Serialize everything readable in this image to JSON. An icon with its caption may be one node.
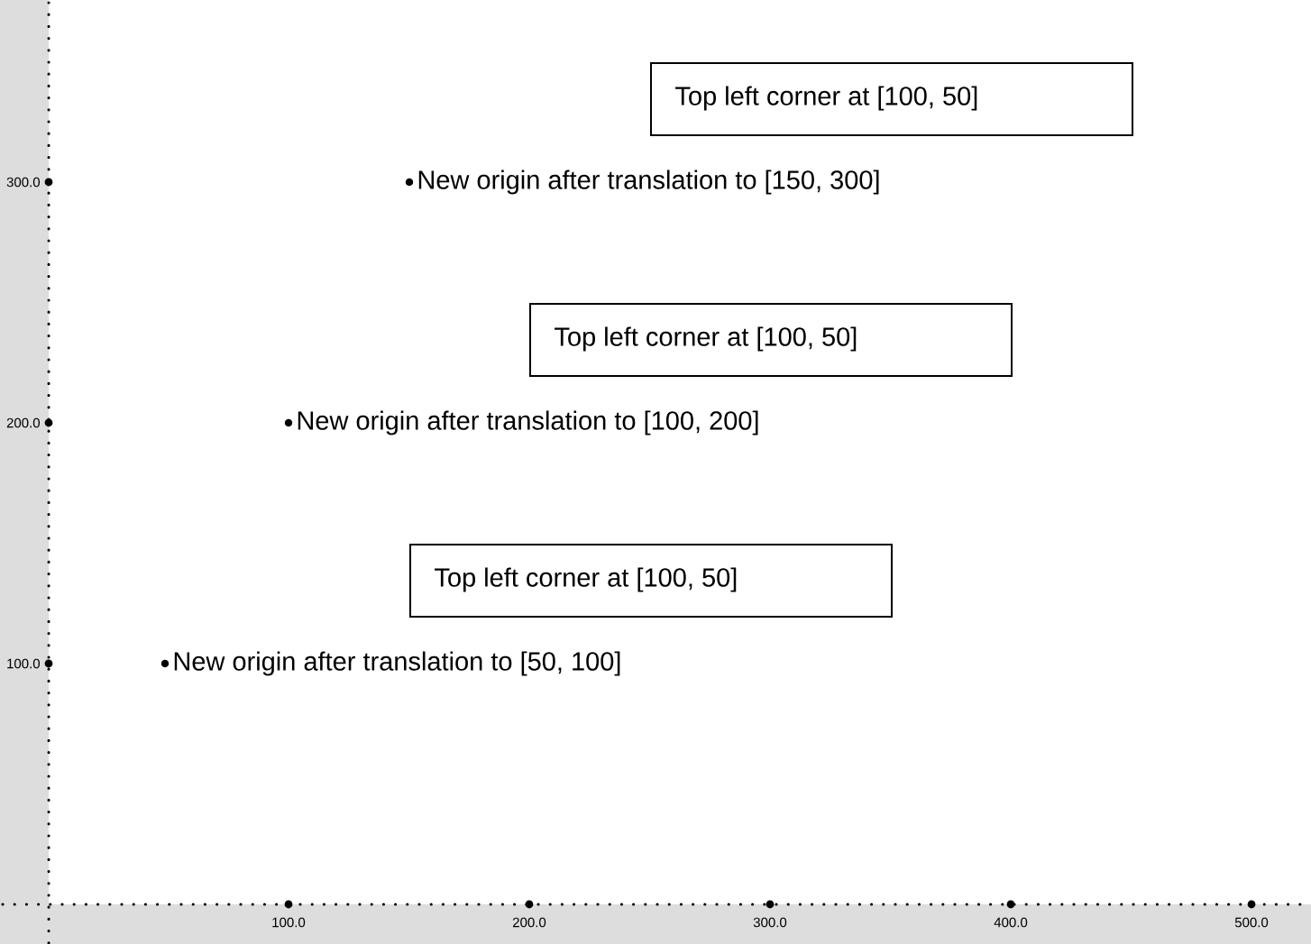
{
  "diagram": {
    "nodes": [
      {
        "text": [
          "Top left corner at [100, 50]"
        ]
      },
      {
        "text": [
          "Top left corner at [100, 50]"
        ]
      },
      {
        "text": [
          "Top left corner at [100, 50]"
        ]
      }
    ],
    "labels": [
      "300.0",
      "New origin after translation to [150, 300]",
      "200.0",
      "New origin after translation to [100, 200]",
      "100.0",
      "New origin after translation to [50, 100]",
      "100.0",
      "200.0",
      "300.0",
      "400.0",
      "500.0"
    ]
  }
}
